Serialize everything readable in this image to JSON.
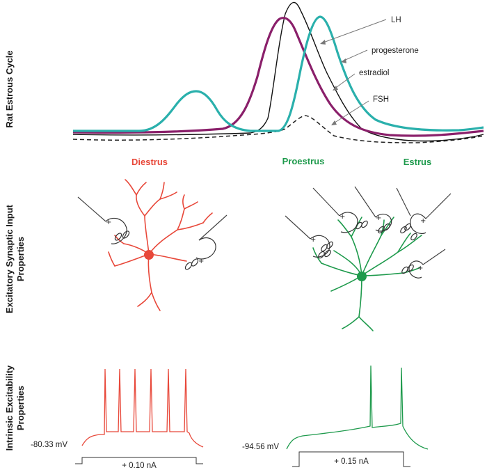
{
  "rows": {
    "cycle_label": "Rat Estrous Cycle",
    "synaptic_label_line1": "Excitatory Synaptic Input",
    "synaptic_label_line2": "Properties",
    "excitability_label_line1": "Intrinsic Excitability",
    "excitability_label_line2": "Properties"
  },
  "phases": {
    "diestrus": "Diestrus",
    "proestrus": "Proestrus",
    "estrus": "Estrus"
  },
  "hormones": {
    "lh": "LH",
    "progesterone": "progesterone",
    "estradiol": "estradiol",
    "fsh": "FSH"
  },
  "recordings": {
    "diestrus_rmp": "-80.33 mV",
    "diestrus_current": "+ 0.10 nA",
    "proestrus_rmp": "-94.56 mV",
    "proestrus_current": "+ 0.15 nA"
  },
  "colors": {
    "diestrus": "#e8483a",
    "proestrus": "#1e9a4c",
    "progesterone": "#2ab0ac",
    "estradiol": "#8a1f6a",
    "lh": "#111111",
    "fsh": "#222222"
  }
}
